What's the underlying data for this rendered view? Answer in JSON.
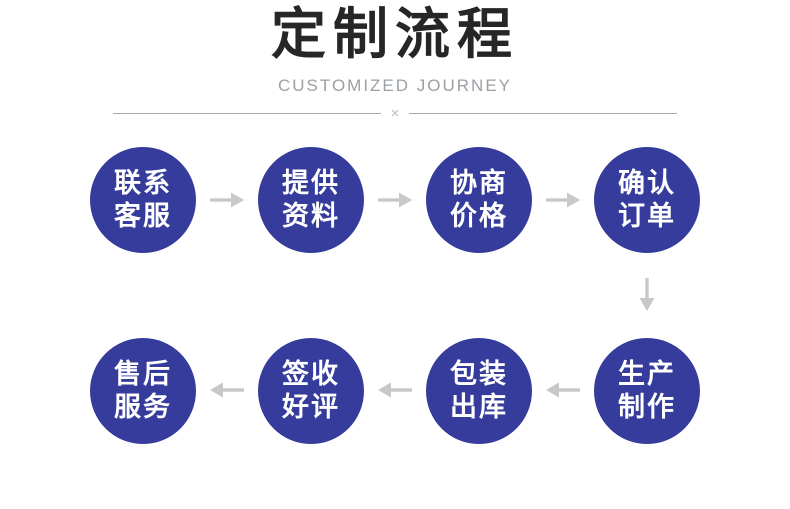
{
  "header": {
    "title": "定制流程",
    "subtitle": "CUSTOMIZED JOURNEY",
    "divider_mark": "×"
  },
  "colors": {
    "circle_blue": "#353c9b",
    "circle_text": "#ffffff",
    "arrow_gray": "#c8c8c8",
    "title_color": "#262626",
    "subtitle_gray": "#9ba0a4"
  },
  "flow": {
    "row1": {
      "arrow_direction": "right",
      "steps": [
        {
          "line1": "联系",
          "line2": "客服"
        },
        {
          "line1": "提供",
          "line2": "资料"
        },
        {
          "line1": "协商",
          "line2": "价格"
        },
        {
          "line1": "确认",
          "line2": "订单"
        }
      ]
    },
    "row2": {
      "arrow_direction": "left",
      "steps": [
        {
          "line1": "售后",
          "line2": "服务"
        },
        {
          "line1": "签收",
          "line2": "好评"
        },
        {
          "line1": "包装",
          "line2": "出库"
        },
        {
          "line1": "生产",
          "line2": "制作"
        }
      ]
    }
  }
}
